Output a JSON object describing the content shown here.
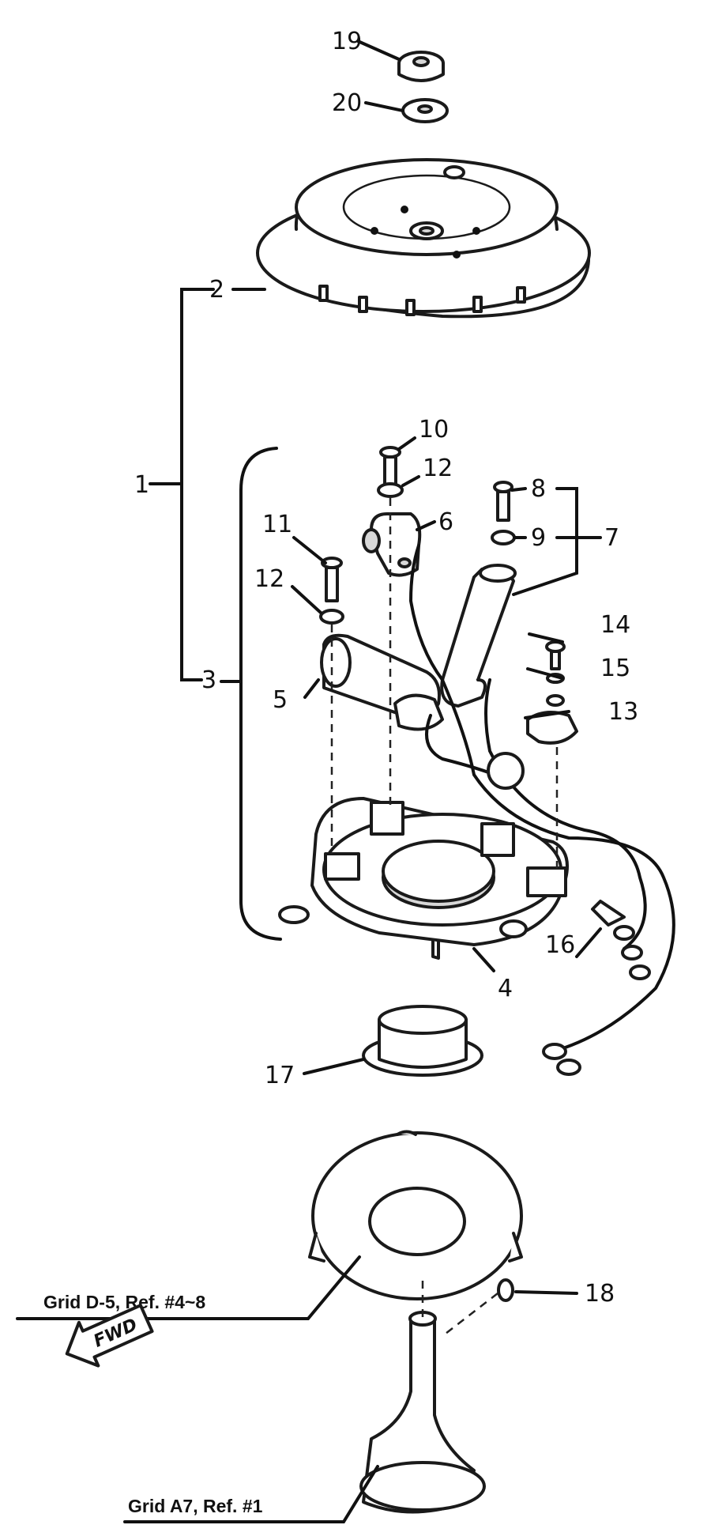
{
  "callouts": {
    "c1": "1",
    "c2": "2",
    "c3": "3",
    "c4": "4",
    "c5": "5",
    "c6": "6",
    "c7": "7",
    "c8": "8",
    "c9": "9",
    "c10": "10",
    "c11": "11",
    "c12a": "12",
    "c12b": "12",
    "c13": "13",
    "c14": "14",
    "c15": "15",
    "c16": "16",
    "c17": "17",
    "c18": "18",
    "c19": "19",
    "c20": "20"
  },
  "references": {
    "grid_d5": "Grid D-5, Ref. #4~8",
    "grid_a7": "Grid A7, Ref. #1"
  },
  "direction": {
    "label": "FWD"
  }
}
